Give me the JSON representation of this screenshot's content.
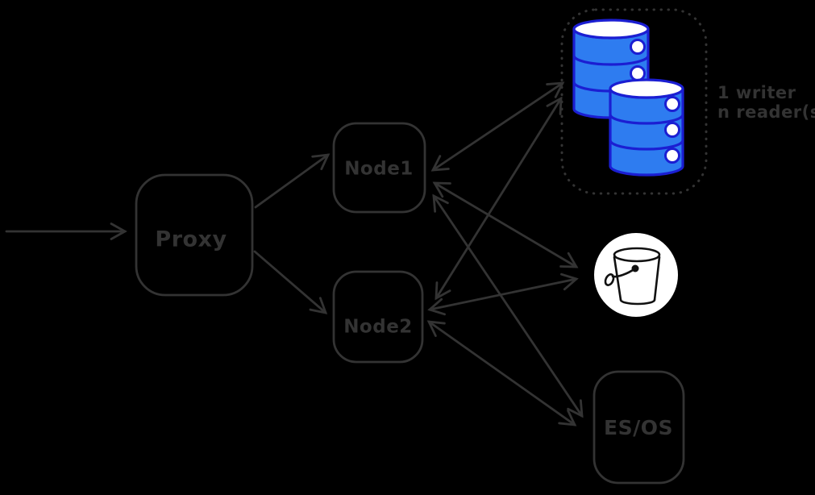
{
  "colors": {
    "background": "#000000",
    "ink": "#333333",
    "database_fill": "#2e7cf0",
    "database_stroke": "#1b1ed2",
    "bucket_ink": "#111111",
    "icon_background": "#ffffff"
  },
  "nodes": {
    "proxy": {
      "label": "Proxy"
    },
    "node1": {
      "label": "Node1"
    },
    "node2": {
      "label": "Node2"
    },
    "esos": {
      "label": "ES/OS"
    },
    "db_cluster": {
      "icon": "database-cluster-icon",
      "note": {
        "line1": "1 writer",
        "line2": "n reader(s)"
      }
    },
    "bucket": {
      "icon": "bucket-icon"
    }
  },
  "edges": [
    {
      "from": "client",
      "to": "proxy",
      "direction": "one-way"
    },
    {
      "from": "proxy",
      "to": "node1",
      "direction": "one-way"
    },
    {
      "from": "proxy",
      "to": "node2",
      "direction": "one-way"
    },
    {
      "from": "node1",
      "to": "db_cluster",
      "direction": "two-way"
    },
    {
      "from": "node2",
      "to": "db_cluster",
      "direction": "two-way"
    },
    {
      "from": "node1",
      "to": "bucket",
      "direction": "two-way"
    },
    {
      "from": "node2",
      "to": "bucket",
      "direction": "two-way"
    },
    {
      "from": "node1",
      "to": "esos",
      "direction": "two-way"
    },
    {
      "from": "node2",
      "to": "esos",
      "direction": "two-way"
    }
  ]
}
